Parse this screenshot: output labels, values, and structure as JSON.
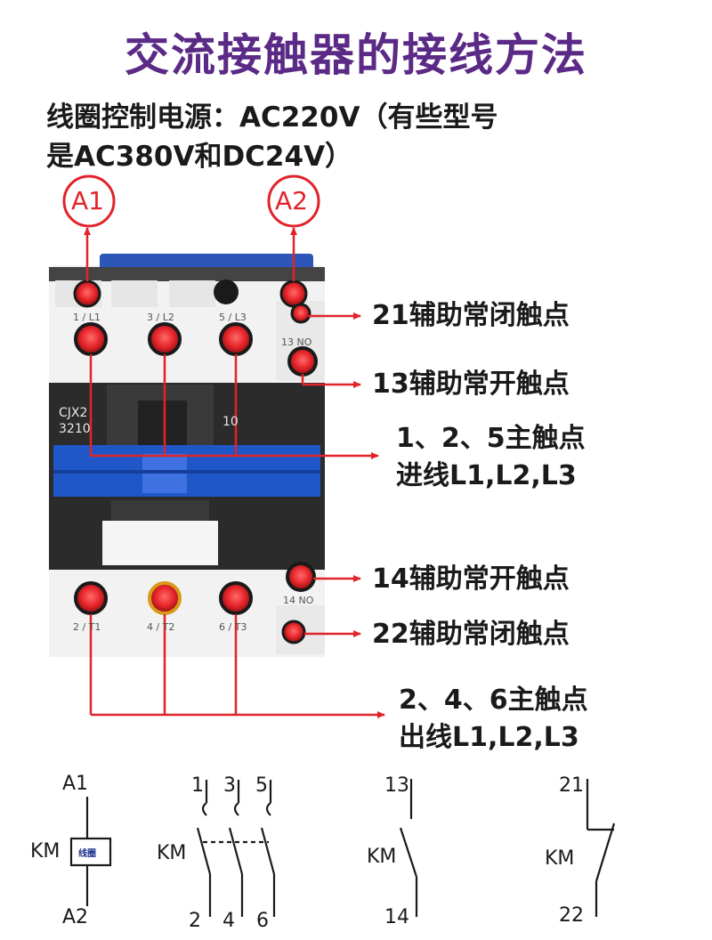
{
  "title": "交流接触器的接线方法",
  "subtitle": "线圈控制电源：AC220V（有些型号是AC380V和DC24V）",
  "coil_labels": {
    "a1": "A1",
    "a2": "A2"
  },
  "device": {
    "model_line1": "CJX2",
    "model_line2": "3210",
    "number": "10",
    "top_terminals": [
      "1 / L1",
      "3 / L2",
      "5 / L3"
    ],
    "bottom_terminals": [
      "2 / T1",
      "4 / T2",
      "6 / T3"
    ],
    "aux_top_label": "13 NO",
    "aux_bottom_label": "14 NO"
  },
  "callouts": {
    "nc21": "21辅助常闭触点",
    "no13": "13辅助常开触点",
    "main_in_line1": "1、2、5主触点",
    "main_in_line2": "进线L1,L2,L3",
    "no14": "14辅助常开触点",
    "nc22": "22辅助常闭触点",
    "main_out_line1": "2、4、6主触点",
    "main_out_line2": "出线L1,L2,L3"
  },
  "schematic": {
    "coil": {
      "top": "A1",
      "bottom": "A2",
      "km": "KM",
      "box": "线圈"
    },
    "main": {
      "top": [
        "1",
        "3",
        "5"
      ],
      "bottom": [
        "2",
        "4",
        "6"
      ],
      "km": "KM"
    },
    "no": {
      "top": "13",
      "bottom": "14",
      "km": "KM"
    },
    "nc": {
      "top": "21",
      "bottom": "22",
      "km": "KM"
    }
  },
  "colors": {
    "title": "#5b2a86",
    "arrow": "#e0242a",
    "terminal": "#e8262c",
    "device_white": "#f2f2f2",
    "device_dark": "#2b2b2b",
    "device_blue": "#1f56c8"
  }
}
